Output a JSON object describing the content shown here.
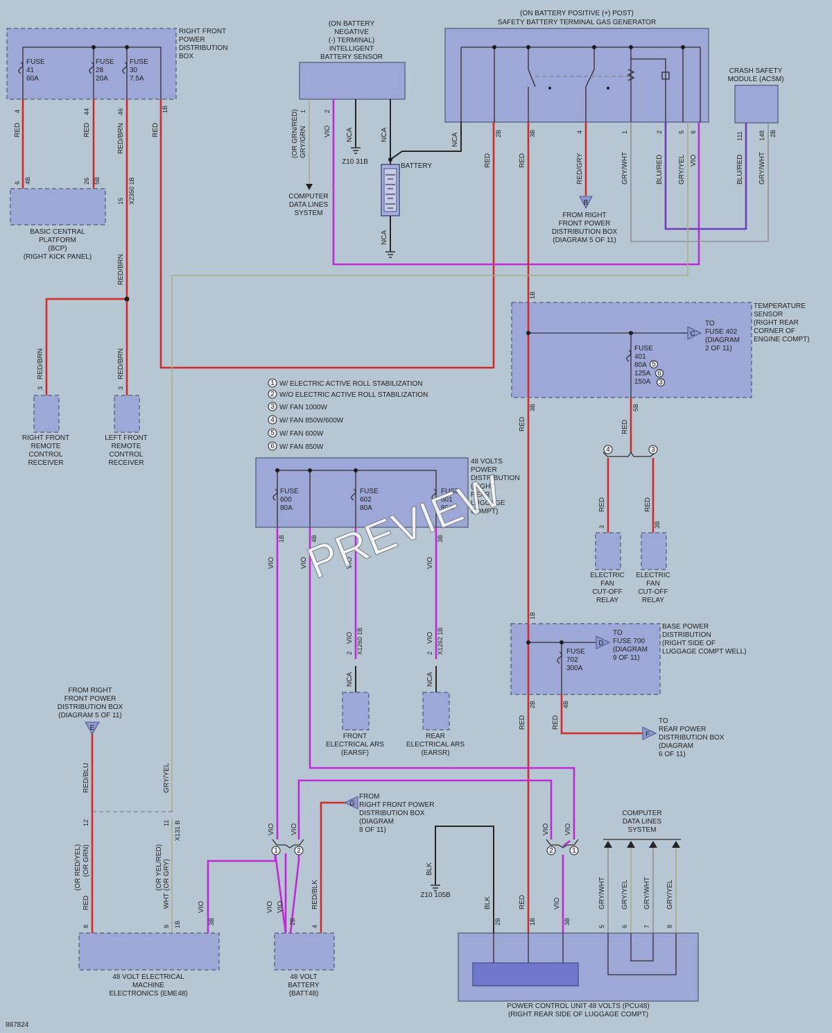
{
  "watermark": "PREVIEW",
  "diagram_id": "887824",
  "components": {
    "rf_pdb": [
      "RIGHT FRONT",
      "POWER",
      "DISTRIBUTION",
      "BOX"
    ],
    "ibs": [
      "(ON BATTERY",
      "NEGATIVE",
      "(-) TERMINAL)",
      "INTELLIGENT",
      "BATTERY SENSOR"
    ],
    "sbt": [
      "(ON BATTERY POSITIVE (+) POST)",
      "SAFETY BATTERY TERMINAL GAS GENERATOR"
    ],
    "acsm": [
      "CRASH SAFETY",
      "MODULE (ACSM)"
    ],
    "bcp": [
      "BASIC CENTRAL",
      "PLATFORM",
      "(BCP)",
      "(RIGHT KICK PANEL)"
    ],
    "battery": "BATTERY",
    "computer_data_1": [
      "COMPUTER",
      "DATA LINES",
      "SYSTEM"
    ],
    "from_rf_b": [
      "FROM RIGHT",
      "FRONT POWER",
      "DISTRIBUTION BOX",
      "(DIAGRAM 5 OF 11)"
    ],
    "temp_sensor": [
      "TEMPERATURE",
      "SENSOR",
      "(RIGHT REAR",
      "CORNER OF",
      "ENGINE COMPT)"
    ],
    "to_fuse402": [
      "TO",
      "FUSE 402",
      "(DIAGRAM",
      "2 OF 11)"
    ],
    "rf_rcr": [
      "RIGHT FRONT",
      "REMOTE",
      "CONTROL",
      "RECEIVER"
    ],
    "lf_rcr": [
      "LEFT FRONT",
      "REMOTE",
      "CONTROL",
      "RECEIVER"
    ],
    "notes": [
      "W/ ELECTRIC ACTIVE ROLL STABILIZATION",
      "W/O ELECTRIC ACTIVE ROLL STABILIZATION",
      "W/ FAN 1000W",
      "W/ FAN 850W/600W",
      "W/ FAN 600W",
      "W/ FAN 850W"
    ],
    "pdb48": [
      "48 VOLTS",
      "POWER",
      "DISTRIBUTION",
      "(RIGHT",
      "REAR",
      "LUGGAGE",
      "COMPT)"
    ],
    "fan_relay": [
      "ELECTRIC",
      "FAN",
      "CUT-OFF",
      "RELAY"
    ],
    "earsf": [
      "FRONT",
      "ELECTRICAL ARS",
      "(EARSF)"
    ],
    "earsr": [
      "REAR",
      "ELECTRICAL ARS",
      "(EARSR)"
    ],
    "base_pd": [
      "BASE POWER",
      "DISTRIBUTION",
      "(RIGHT SIDE OF",
      "LUGGAGE COMPT WELL)"
    ],
    "to_fuse700": [
      "TO",
      "FUSE 700",
      "(DIAGRAM",
      "9 OF 11)"
    ],
    "to_rear_pdb": [
      "TO",
      "REAR POWER",
      "DISTRIBUTION BOX",
      "(DIAGRAM",
      "6 OF 11)"
    ],
    "from_rf_e": [
      "FROM RIGHT",
      "FRONT POWER",
      "DISTRIBUTION BOX",
      "(DIAGRAM 5 OF 11)"
    ],
    "from_rf_g": [
      "FROM",
      "RIGHT FRONT POWER",
      "DISTRIBUTION BOX",
      "(DIAGRAM",
      "8 OF 11)"
    ],
    "computer_data_2": [
      "COMPUTER",
      "DATA LINES",
      "SYSTEM"
    ],
    "eme48": [
      "48 VOLT ELECTRICAL",
      "MACHINE",
      "ELECTRONICS (EME48)"
    ],
    "batt48": [
      "48 VOLT",
      "BATTERY",
      "(BATT48)"
    ],
    "pcu48": [
      "POWER CONTROL UNIT 48 VOLTS (PCU48)",
      "(RIGHT REAR SIDE OF LUGGAGE COMPT)"
    ]
  },
  "fuses": {
    "f41": [
      "FUSE",
      "41",
      "60A"
    ],
    "f28": [
      "FUSE",
      "28",
      "20A"
    ],
    "f30": [
      "FUSE",
      "30",
      "7.5A"
    ],
    "f401": [
      "FUSE",
      "401",
      "80A",
      "125A",
      "150A"
    ],
    "f600": [
      "FUSE",
      "600",
      "80A"
    ],
    "f602": [
      "FUSE",
      "602",
      "80A"
    ],
    "f601": [
      "FUSE",
      "601",
      "80A"
    ],
    "f702": [
      "FUSE",
      "702",
      "300A"
    ]
  },
  "grounds": {
    "g1": "Z10 31B",
    "g2": "Z10 105B"
  },
  "refs": {
    "B": "B",
    "C": "C",
    "D": "D",
    "E": "E",
    "F": "F",
    "G": "G"
  },
  "nums": [
    "1",
    "2",
    "3",
    "4",
    "5",
    "6"
  ],
  "wire_labels": {
    "red": "RED",
    "vio": "VIO",
    "nca": "NCA",
    "blk": "BLK",
    "redbrn": "RED/BRN",
    "redgry": "RED/GRY",
    "grywht": "GRY/WHT",
    "blured": "BLU/RED",
    "gryyel": "GRY/YEL",
    "redblu": "RED/BLU",
    "redblk": "RED/BLK",
    "wht": "WHT",
    "orgrnred": "(OR GRN/RED)",
    "orredyel": "(OR RED/YEL)",
    "orgrn": "(OR GRN)",
    "oryelred": "(OR YEL/RED)",
    "orgry": "(OR GRY)"
  },
  "pins": {
    "p4": "4",
    "p44": "44",
    "p46": "46",
    "p1b": "1B",
    "p6": "6",
    "p4b": "4B",
    "p26": "26",
    "p5b": "5B",
    "p15": "15",
    "x2350": "X2350 1B",
    "p1": "1",
    "p2": "2",
    "p2b": "2B",
    "p3b": "3B",
    "p5": "5",
    "p111": "111",
    "p148": "148",
    "p3": "3",
    "p1b_v": "1B",
    "p3b_v": "3B",
    "x1260": "X1260 1B",
    "x1262": "X1262 1B",
    "p12": "12",
    "p11": "11",
    "x131": "X131 B",
    "p8": "8",
    "p9": "9",
    "p7": "7"
  }
}
